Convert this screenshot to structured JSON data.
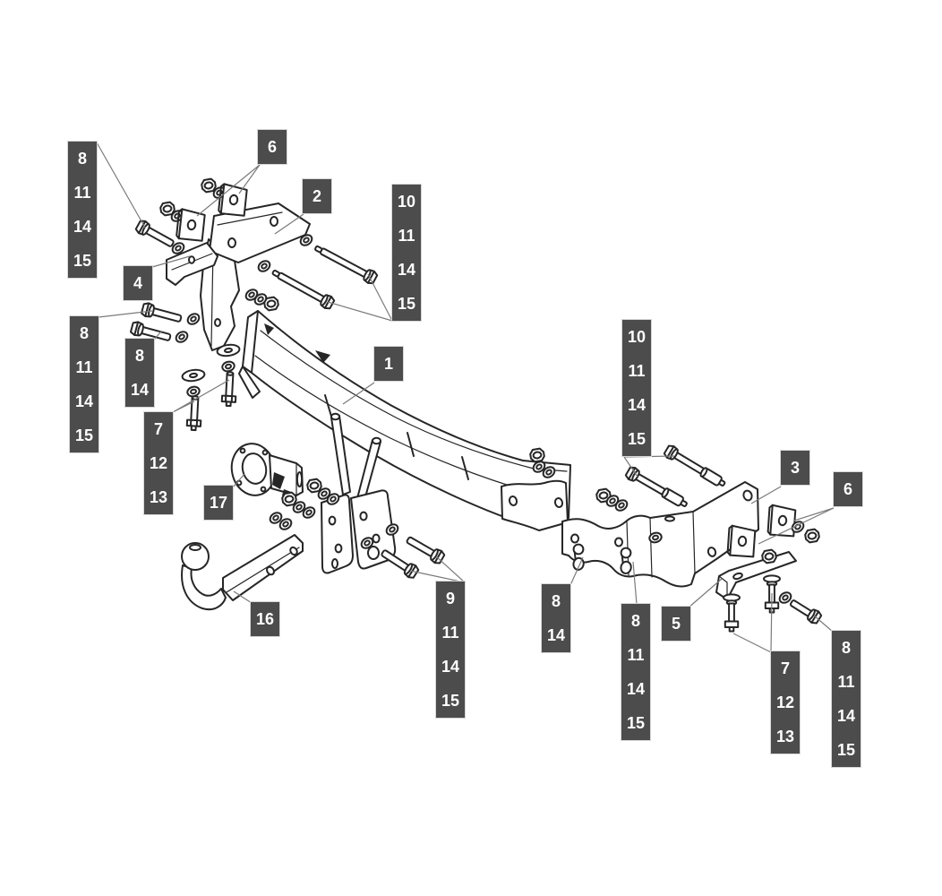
{
  "colors": {
    "background": "#ffffff",
    "line": "#262626",
    "label_bg": "#4c4c4c",
    "label_text": "#ffffff",
    "leader": "#7a7a7a"
  },
  "callouts": [
    {
      "id": "c1",
      "numbers": [
        "8",
        "11",
        "14",
        "15"
      ]
    },
    {
      "id": "c2",
      "numbers": [
        "6"
      ]
    },
    {
      "id": "c3",
      "numbers": [
        "2"
      ]
    },
    {
      "id": "c4",
      "numbers": [
        "4"
      ]
    },
    {
      "id": "c5",
      "numbers": [
        "10",
        "11",
        "14",
        "15"
      ]
    },
    {
      "id": "c6",
      "numbers": [
        "8",
        "11",
        "14",
        "15"
      ]
    },
    {
      "id": "c7",
      "numbers": [
        "8",
        "14"
      ]
    },
    {
      "id": "c8",
      "numbers": [
        "7",
        "12",
        "13"
      ]
    },
    {
      "id": "c9",
      "numbers": [
        "17"
      ]
    },
    {
      "id": "c10",
      "numbers": [
        "1"
      ]
    },
    {
      "id": "c11",
      "numbers": [
        "10",
        "11",
        "14",
        "15"
      ]
    },
    {
      "id": "c12",
      "numbers": [
        "3"
      ]
    },
    {
      "id": "c13",
      "numbers": [
        "6"
      ]
    },
    {
      "id": "c14",
      "numbers": [
        "16"
      ]
    },
    {
      "id": "c15",
      "numbers": [
        "9",
        "11",
        "14",
        "15"
      ]
    },
    {
      "id": "c16",
      "numbers": [
        "8",
        "14"
      ]
    },
    {
      "id": "c17",
      "numbers": [
        "8",
        "11",
        "14",
        "15"
      ]
    },
    {
      "id": "c18",
      "numbers": [
        "5"
      ]
    },
    {
      "id": "c19",
      "numbers": [
        "7",
        "12",
        "13"
      ]
    },
    {
      "id": "c20",
      "numbers": [
        "8",
        "11",
        "14",
        "15"
      ]
    }
  ]
}
